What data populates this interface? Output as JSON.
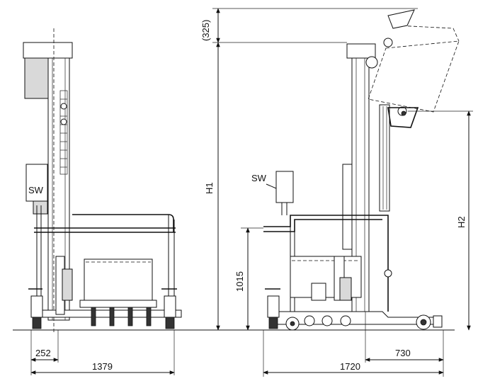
{
  "drawing": {
    "left_view": {
      "switch_label": "SW",
      "dim_offset": "252",
      "dim_width": "1379"
    },
    "right_view": {
      "switch_label": "SW",
      "dim_tilt_extra": "(325)",
      "dim_h1": "H1",
      "dim_h2": "H2",
      "dim_handle_height": "1015",
      "dim_pivot_offset": "730",
      "dim_length": "1720"
    }
  }
}
